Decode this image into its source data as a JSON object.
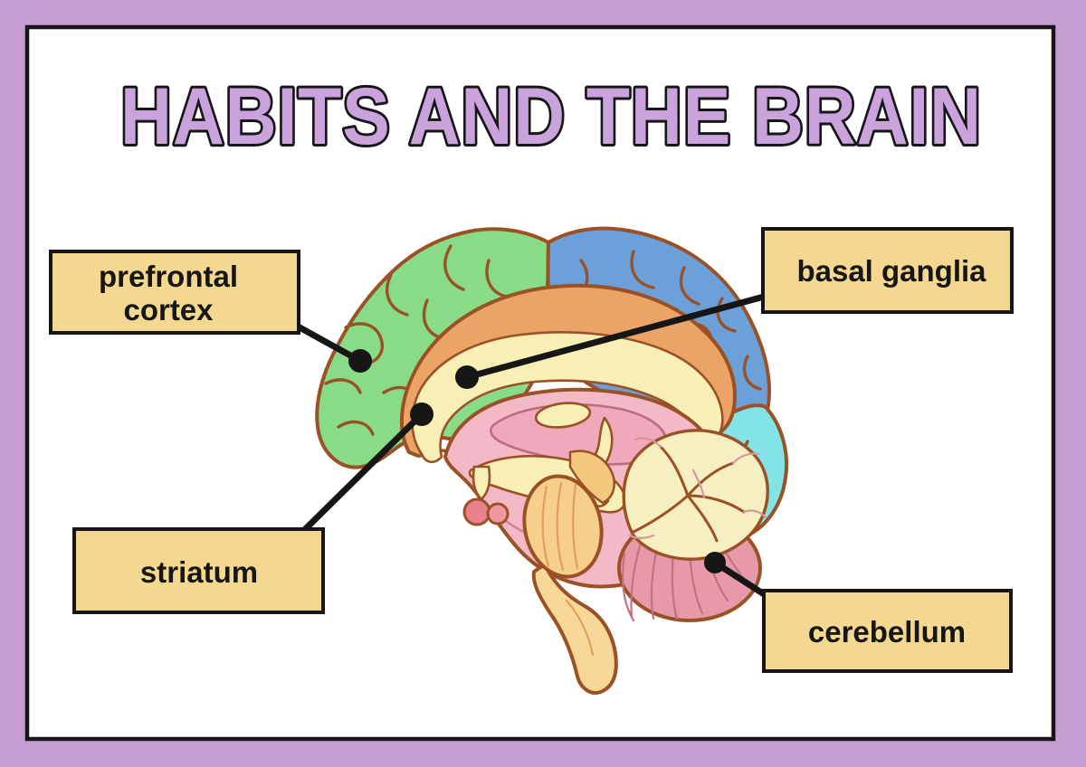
{
  "title": "HABITS AND THE BRAIN",
  "labels": {
    "prefrontal_line1": "prefrontal",
    "prefrontal_line2": "cortex",
    "basal_ganglia": "basal ganglia",
    "striatum": "striatum",
    "cerebellum": "cerebellum"
  },
  "colors": {
    "frame_purple": "#c49dd3",
    "title_purple": "#cba3dc",
    "page_white": "#ffffff",
    "ink_black": "#161616",
    "label_box_fill": "#f5d88f",
    "brain_outline_brown": "#9b5126",
    "frontal_green": "#88dc88",
    "parietal_blue": "#6ba0d8",
    "occipital_cyan": "#82e4e7",
    "cingulate_orange": "#eca466",
    "callosum_cream": "#f8efb6",
    "central_pink": "#f4b9c6",
    "inner_pink": "#efa9ba",
    "cerebellum_pink": "#e699ab",
    "cerebellum_cream": "#f6efc2",
    "brainstem_yellow": "#f8d898",
    "pons_yellow": "#f6cf8c",
    "pituitary_pink": "#e8808d"
  }
}
